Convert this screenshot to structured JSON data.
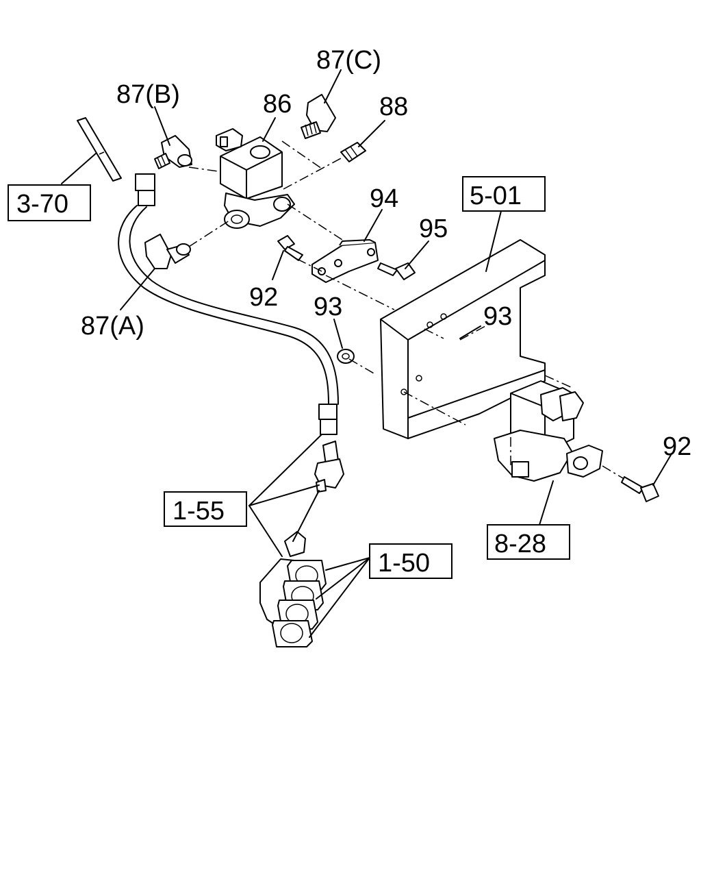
{
  "callouts": {
    "c87c": "87(C)",
    "c87b": "87(B)",
    "c86": "86",
    "c88": "88",
    "c370": "3-70",
    "c94": "94",
    "c501": "5-01",
    "c95": "95",
    "c92a": "92",
    "c87a": "87(A)",
    "c93a": "93",
    "c93b": "93",
    "c92b": "92",
    "c155": "1-55",
    "c828": "8-28",
    "c150": "1-50"
  }
}
